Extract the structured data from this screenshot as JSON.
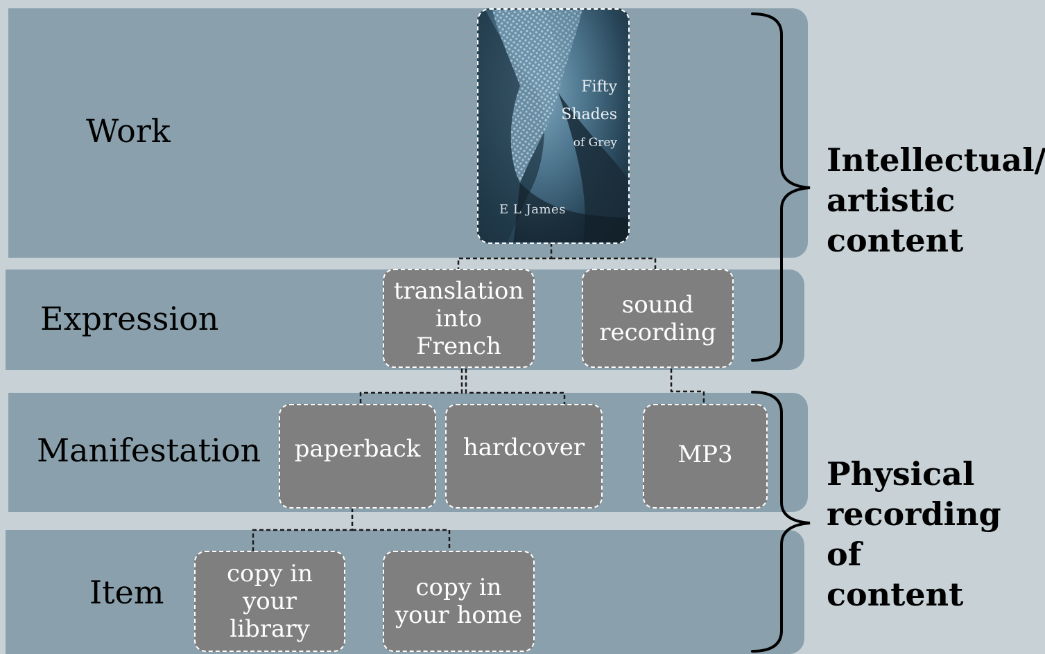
{
  "levels": {
    "work": "Work",
    "expression": "Expression",
    "manifestation": "Manifestation",
    "item": "Item"
  },
  "book": {
    "title_line1": "Fifty",
    "title_line2": "Shades",
    "title_line3": "of Grey",
    "author": "E L James"
  },
  "expressions": {
    "translation": "translation\ninto\nFrench",
    "sound": "sound\nrecording"
  },
  "manifestations": {
    "paperback": "paperback",
    "hardcover": "hardcover",
    "mp3": "MP3"
  },
  "items": {
    "library_copy": "copy in\nyour\nlibrary",
    "home_copy": "copy  in\nyour home"
  },
  "groups": {
    "intellectual": "Intellectual/\nartistic\ncontent",
    "physical": "Physical\nrecording of\ncontent"
  },
  "colors": {
    "background": "#c7d1d6",
    "band": "#8aa1ad",
    "node": "#7f7f7f"
  }
}
